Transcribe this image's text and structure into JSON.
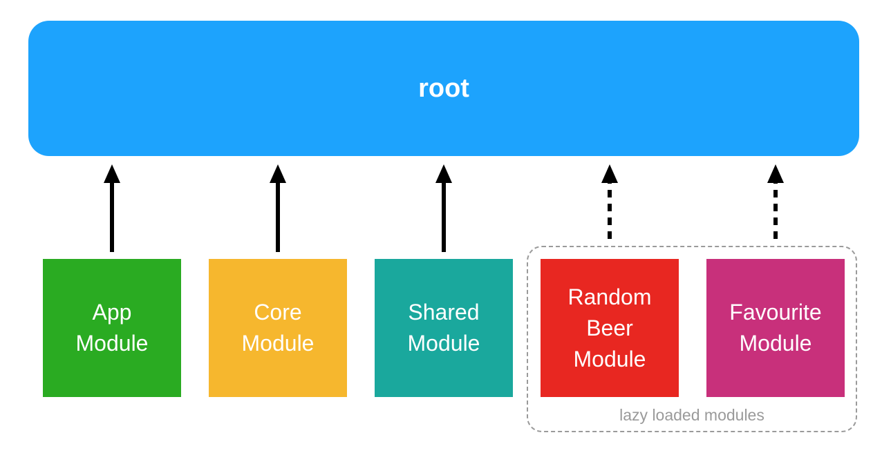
{
  "root": {
    "label": "root",
    "color": "#1da3fd"
  },
  "modules": [
    {
      "id": "app",
      "lines": [
        "App",
        "Module"
      ],
      "color": "#2aab22",
      "link": "solid"
    },
    {
      "id": "core",
      "lines": [
        "Core",
        "Module"
      ],
      "color": "#f6b72e",
      "link": "solid"
    },
    {
      "id": "shared",
      "lines": [
        "Shared",
        "Module"
      ],
      "color": "#1aa89d",
      "link": "solid"
    },
    {
      "id": "random-beer",
      "lines": [
        "Random",
        "Beer",
        "Module"
      ],
      "color": "#e82721",
      "link": "dashed"
    },
    {
      "id": "favourite",
      "lines": [
        "Favourite",
        "Module"
      ],
      "color": "#c8307b",
      "link": "dashed"
    }
  ],
  "lazy_group": {
    "label": "lazy loaded modules",
    "border_color": "#9a9a9a"
  },
  "arrow_color": "#000000"
}
